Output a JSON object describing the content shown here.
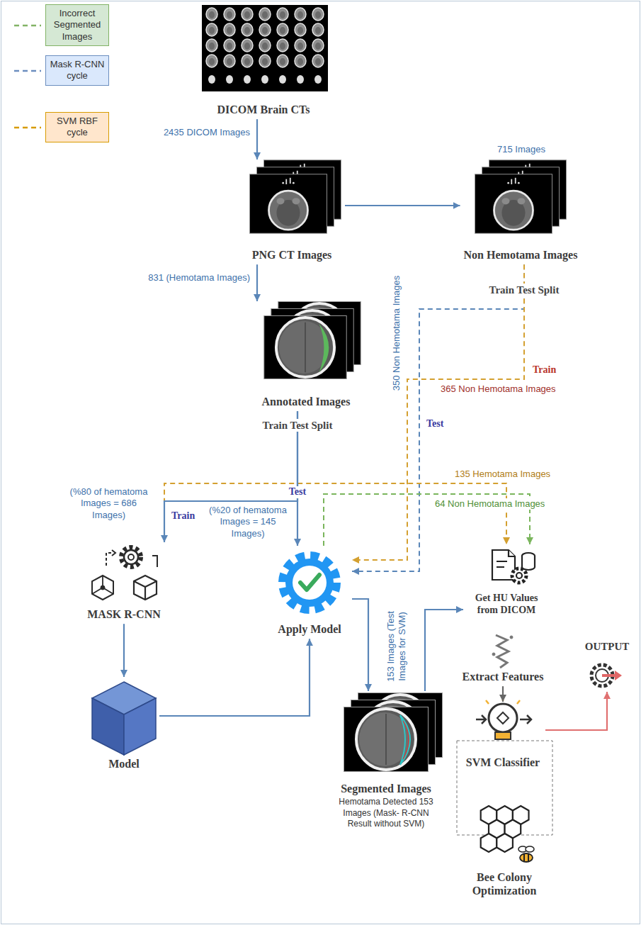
{
  "diagram": {
    "nodes": [
      {
        "text": [
          "DICOM Brain CTs"
        ]
      },
      {
        "text": [
          "PNG CT Images"
        ]
      },
      {
        "text": [
          "Non Hemotama Images"
        ]
      },
      {
        "text": [
          "Annotated Images"
        ]
      },
      {
        "text": [
          "MASK R-CNN"
        ]
      },
      {
        "text": [
          "Model"
        ]
      },
      {
        "text": [
          "Apply Model"
        ]
      },
      {
        "text": [
          "Segmented Images",
          "Hemotama Detected 153 Images (Mask- R-CNN Result without SVM)"
        ]
      },
      {
        "text": [
          "Get HU Values from DICOM"
        ]
      },
      {
        "text": [
          "Extract Features"
        ]
      },
      {
        "text": [
          "SVM Classifier"
        ]
      },
      {
        "text": [
          "Bee Colony Optimization"
        ]
      },
      {
        "text": [
          "OUTPUT"
        ]
      }
    ],
    "edges": [
      {
        "from": 0,
        "to": 1,
        "arrow": "to",
        "label": "2435 DICOM Images"
      },
      {
        "from": 1,
        "to": 2,
        "arrow": "to",
        "label": "715 Images"
      },
      {
        "from": 1,
        "to": 3,
        "arrow": "to",
        "label": "831 (Hemotama Images)"
      },
      {
        "from": 3,
        "to": 4,
        "arrow": "to",
        "label": "(%80 of hematoma Images = 686 Images)"
      },
      {
        "from": 3,
        "to": 6,
        "arrow": "to",
        "label": "(%20 of hematoma Images = 145 Images)"
      },
      {
        "from": 2,
        "to": 6,
        "arrow": "to",
        "label": "350 Non Hemotama Images"
      },
      {
        "from": 2,
        "to": 6,
        "arrow": "to",
        "label": "365 Non Hemotama Images"
      },
      {
        "from": 3,
        "to": 8,
        "arrow": "to",
        "label": "135 Hemotama Images"
      },
      {
        "from": 6,
        "to": 8,
        "arrow": "to",
        "label": "64 Non Hemotama Images"
      },
      {
        "from": 4,
        "to": 5,
        "arrow": "to"
      },
      {
        "from": 5,
        "to": 6,
        "arrow": "to"
      },
      {
        "from": 6,
        "to": 7,
        "arrow": "to"
      },
      {
        "from": 7,
        "to": 8,
        "arrow": "to",
        "label": "153 Images (Test Images for SVM)"
      },
      {
        "from": 9,
        "to": 10,
        "arrow": "to"
      },
      {
        "from": 10,
        "to": 12,
        "arrow": "to"
      }
    ],
    "labels": [
      "Train Test Split",
      "Train",
      "Test",
      "Train Test Split",
      "Test",
      "Train"
    ],
    "legend": [
      {
        "text": "Incorrect Segmented Images",
        "color": "#d5e8d4"
      },
      {
        "text": "Mask R-CNN cycle",
        "color": "#dae8fc"
      },
      {
        "text": "SVM RBF cycle",
        "color": "#ffe6cc"
      }
    ]
  }
}
